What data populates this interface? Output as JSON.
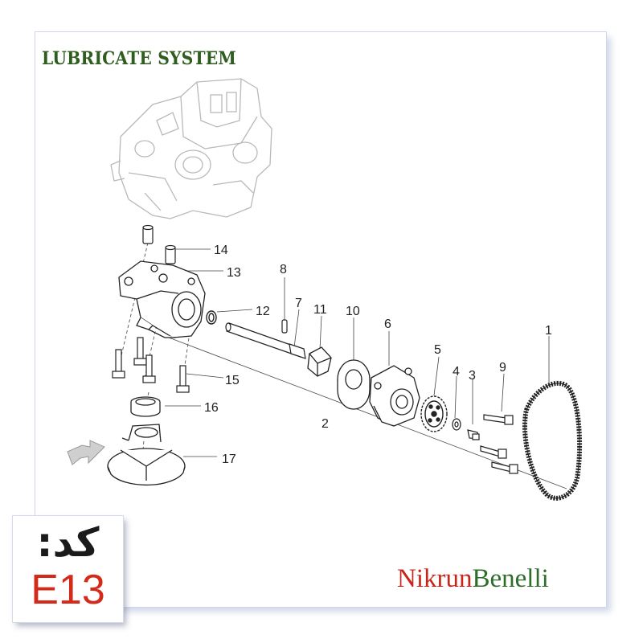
{
  "title": "LUBRICATE SYSTEM",
  "colors": {
    "title": "#2f5d1f",
    "code_value": "#d42a1a",
    "brand_primary": "#c8261b",
    "brand_secondary": "#2e6d2a",
    "parts_line": "#333333",
    "engine_ghost": "#b9b9b9"
  },
  "code_card": {
    "label": "کد:",
    "value": "E13"
  },
  "brand": {
    "part1": "Nikrun",
    "part2": "Benelli"
  },
  "callouts": [
    "1",
    "2",
    "3",
    "4",
    "5",
    "6",
    "7",
    "8",
    "9",
    "10",
    "11",
    "12",
    "13",
    "14",
    "15",
    "16",
    "17"
  ],
  "icons": {
    "arrow": "arrow-right-icon"
  }
}
